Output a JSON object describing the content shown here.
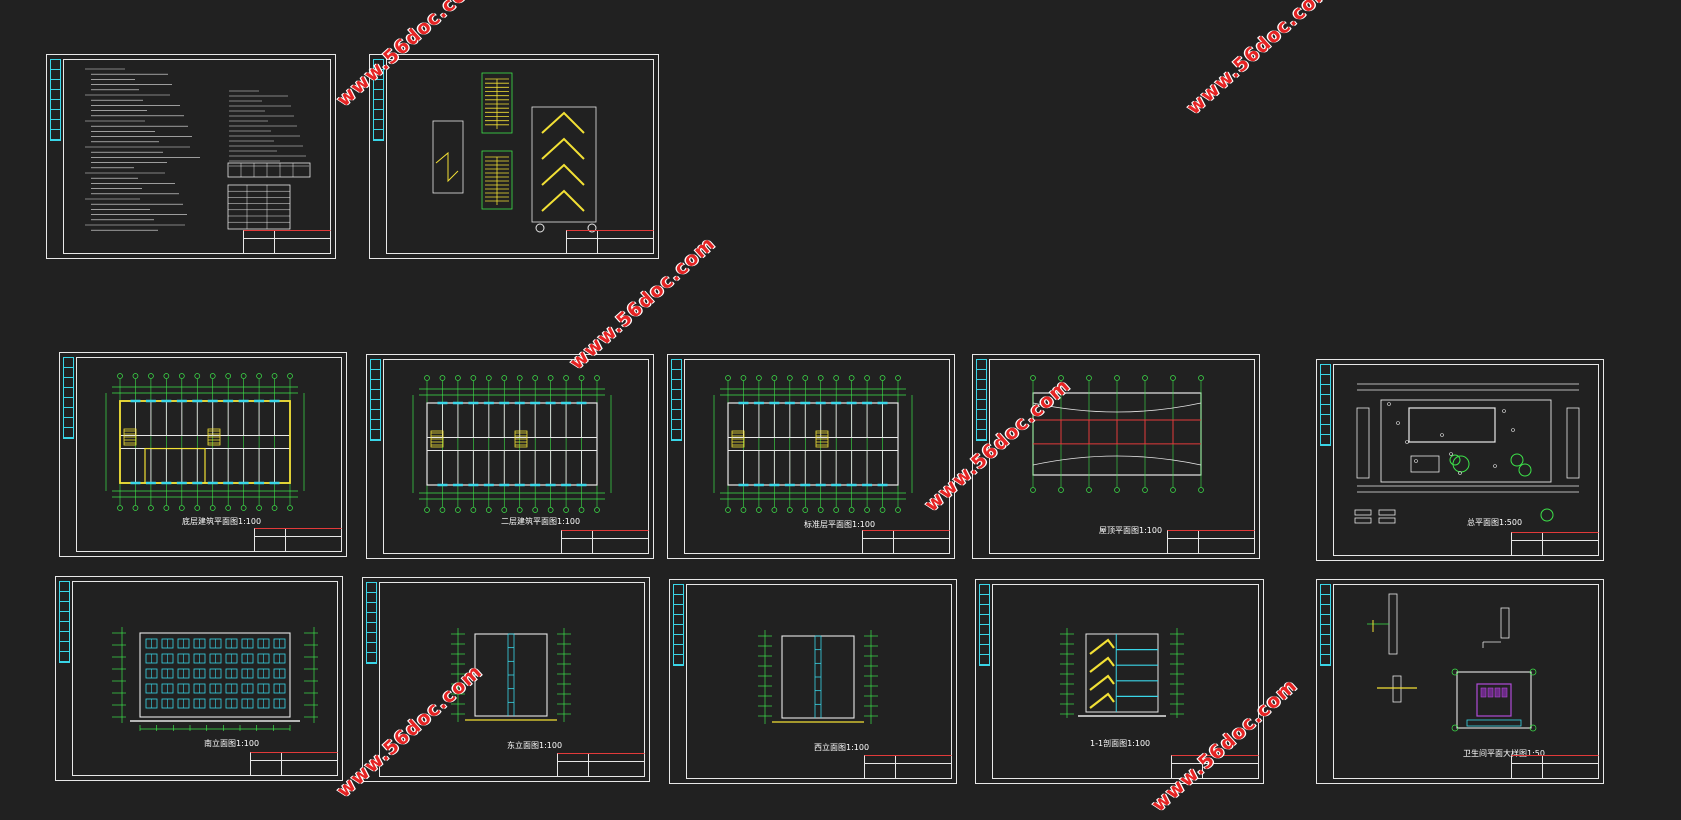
{
  "watermark": {
    "text": "www.56doc.com"
  },
  "colors": {
    "background": "#212121",
    "frame": "#e8e8e8",
    "grid": "#3de34a",
    "accent_cyan": "#3ad6e8",
    "accent_yellow": "#f2e035",
    "accent_red": "#e23a3a",
    "watermark": "#e52424"
  },
  "sheets": [
    {
      "id": "design-notes",
      "kind": "notes"
    },
    {
      "id": "stair-detail",
      "kind": "stair"
    },
    {
      "id": "ground-floor-plan",
      "kind": "plan",
      "caption": "底层建筑平面图1:100"
    },
    {
      "id": "second-floor-plan",
      "kind": "plan",
      "caption": "二层建筑平面图1:100"
    },
    {
      "id": "standard-floor-plan",
      "kind": "plan",
      "caption": "标准层平面图1:100"
    },
    {
      "id": "roof-plan",
      "kind": "roof",
      "caption": "屋顶平面图1:100"
    },
    {
      "id": "site-plan",
      "kind": "site",
      "caption": "总平面图1:500"
    },
    {
      "id": "main-elevation",
      "kind": "elevation",
      "caption": "南立面图1:100"
    },
    {
      "id": "side-elevation",
      "kind": "side",
      "caption": "东立面图1:100"
    },
    {
      "id": "side-elevation-2",
      "kind": "side",
      "caption": "西立面图1:100"
    },
    {
      "id": "section-1-1",
      "kind": "section",
      "caption": "1-1剖面图1:100"
    },
    {
      "id": "details",
      "kind": "details",
      "caption": "卫生间平面大样图1:50"
    }
  ]
}
